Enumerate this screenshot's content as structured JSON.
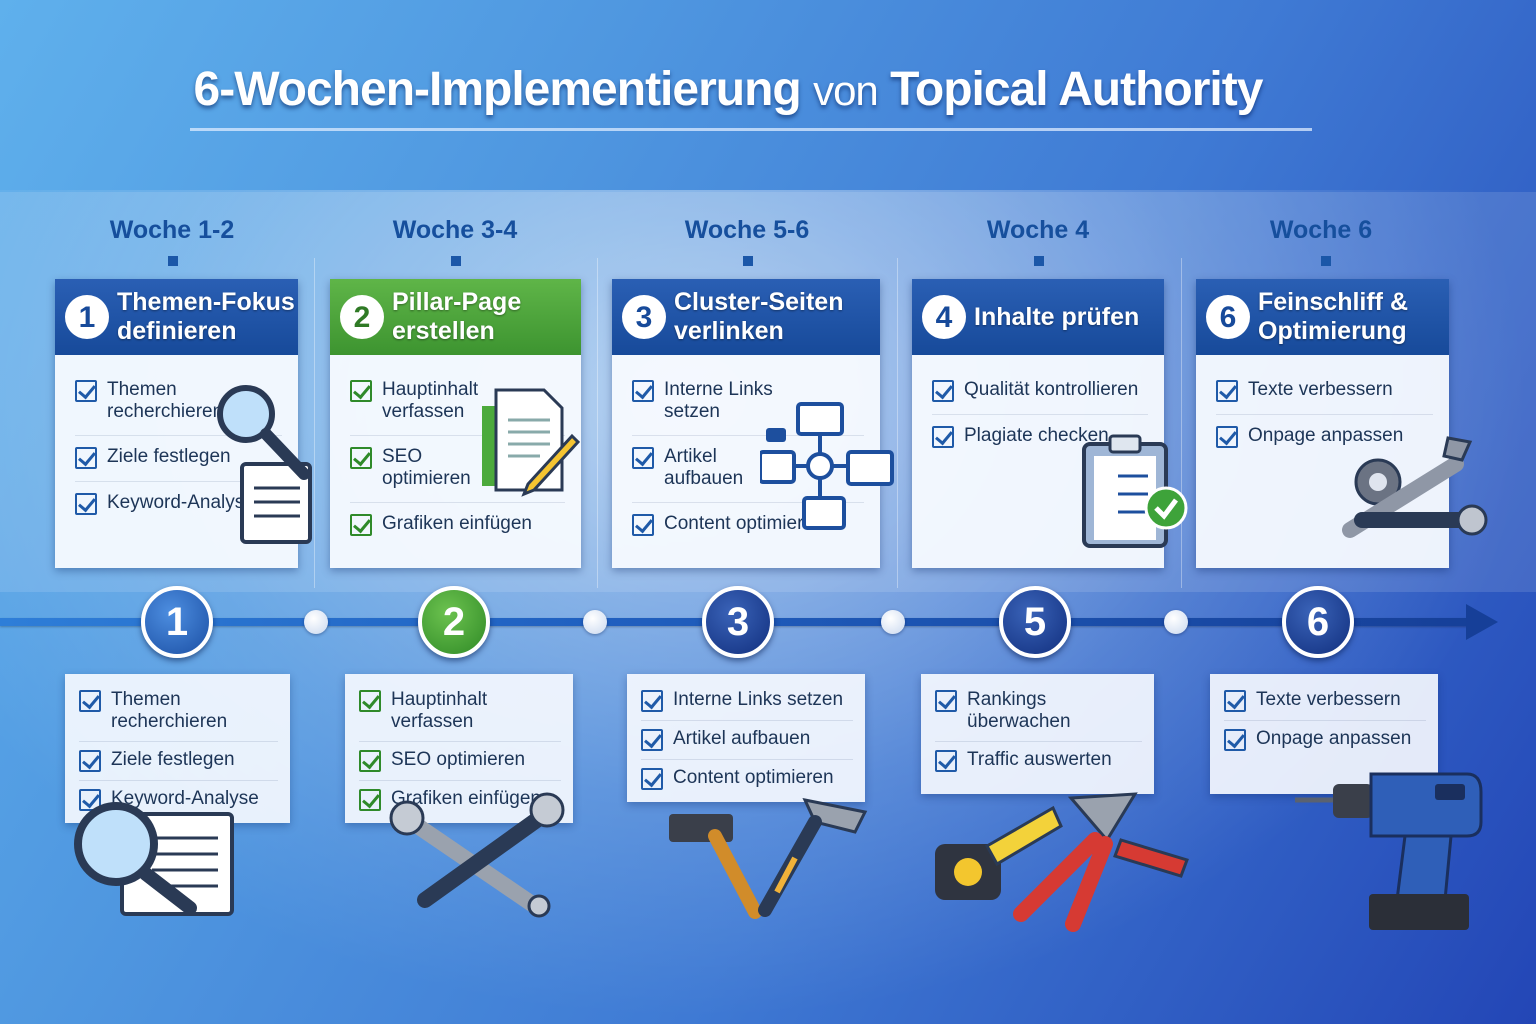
{
  "title": {
    "part1": "6-Wochen-Implementierung",
    "part2": "von",
    "part3": "Topical Authority"
  },
  "weeks": [
    "Woche 1-2",
    "Woche 3-4",
    "Woche 5-6",
    "Woche 4",
    "Woche 6"
  ],
  "cards": [
    {
      "number": "1",
      "title": "Themen-Fokus definieren",
      "items": [
        "Themen recherchieren",
        "Ziele festlegen",
        "Keyword-Analyse"
      ]
    },
    {
      "number": "2",
      "title": "Pillar-Page erstellen",
      "items": [
        "Hauptinhalt verfassen",
        "SEO optimieren",
        "Grafiken einfügen"
      ]
    },
    {
      "number": "3",
      "title": "Cluster-Seiten verlinken",
      "items": [
        "Interne Links setzen",
        "Artikel aufbauen",
        "Content optimieren"
      ]
    },
    {
      "number": "4",
      "title": "Inhalte prüfen",
      "items": [
        "Qualität kontrollieren",
        "Plagiate checken"
      ]
    },
    {
      "number": "6",
      "title": "Feinschliff & Optimierung",
      "items": [
        "Texte verbessern",
        "Onpage anpassen"
      ]
    }
  ],
  "timeline_nodes": [
    "1",
    "2",
    "3",
    "5",
    "6"
  ],
  "bottom_cards": [
    [
      "Themen recherchieren",
      "Ziele festlegen",
      "Keyword-Analyse"
    ],
    [
      "Hauptinhalt verfassen",
      "SEO optimieren",
      "Grafiken einfügen"
    ],
    [
      "Interne Links setzen",
      "Artikel aufbauen",
      "Content optimieren"
    ],
    [
      "Rankings überwachen",
      "Traffic auswerten"
    ],
    [
      "Texte verbessern",
      "Onpage anpassen"
    ]
  ],
  "colors": {
    "primary_blue": "#174a9a",
    "green": "#3d9430",
    "background_start": "#5fb0ec",
    "background_end": "#2346b6"
  },
  "icons": [
    "magnifier-notepad-icon",
    "document-pencil-icon",
    "linked-pages-icon",
    "clipboard-check-icon",
    "gear-wrench-icon",
    "magnifier-notebook-icon",
    "crossed-wrenches-icon",
    "hammers-icon",
    "tape-pliers-icon",
    "power-drill-icon"
  ]
}
